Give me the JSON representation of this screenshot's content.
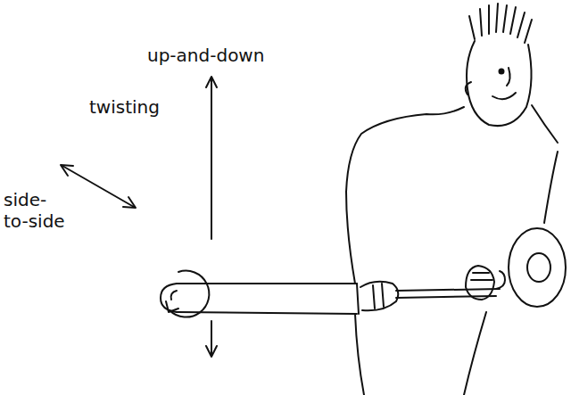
{
  "diagram": {
    "labels": [
      "up-and-down",
      "twisting",
      "side- to-side"
    ]
  }
}
